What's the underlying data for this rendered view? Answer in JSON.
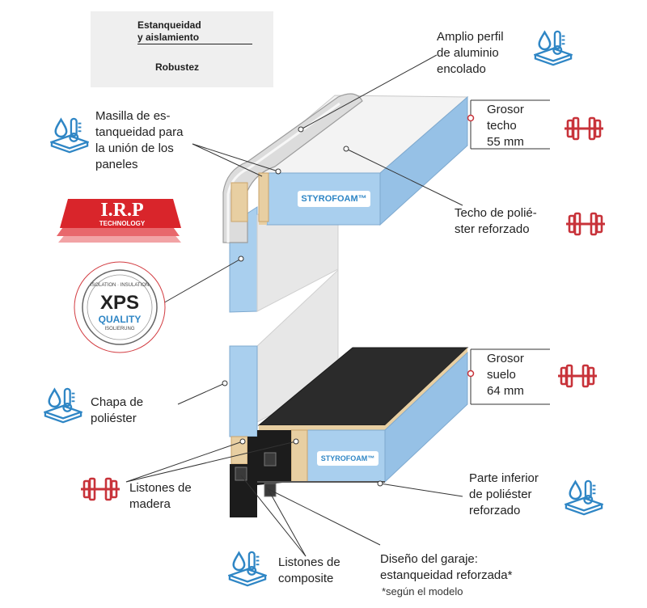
{
  "legend": {
    "water_label": "Estanqueidad\ny aislamiento",
    "robust_label": "Robustez"
  },
  "labels": {
    "aluminium_profile": "Amplio perfil\nde aluminio\nencolado",
    "sealant": "Masilla de es-\ntanqueidad para\nla unión de los\npaneles",
    "roof_thickness": "Grosor\ntecho\n55 mm",
    "roof_polyester": "Techo de polié-\nster reforzado",
    "floor_thickness": "Grosor\nsuelo\n64 mm",
    "polyester_sheet": "Chapa de\npoliéster",
    "wood_battens": "Listones de\nmadera",
    "underside": "Parte inferior\nde poliéster\nreforzado",
    "composite_battens": "Listones de\ncomposite",
    "garage_design": "Diseño del garaje:\nestanqueidad reforzada*",
    "footnote": "*según el modelo"
  },
  "panel_brand": "STYROFOAM™",
  "irp_badge": {
    "title": "I.R.P",
    "subtitle": "TECHNOLOGY"
  },
  "xps_badge": {
    "title": "XPS",
    "subtitle": "QUALITY",
    "ring_top": "ISOLATION · INSULATION",
    "ring_bottom": "ISOLIERUNG"
  },
  "icons": [
    "water-insulation-icon",
    "dumbbell-icon"
  ],
  "colors": {
    "icon_blue": "#2f86c5",
    "icon_red": "#c8333a",
    "insulation_blue": "#a9cfee",
    "wood": "#e8cfa2",
    "floor_dark": "#2b2b2b",
    "irp_red": "#d9252b"
  }
}
